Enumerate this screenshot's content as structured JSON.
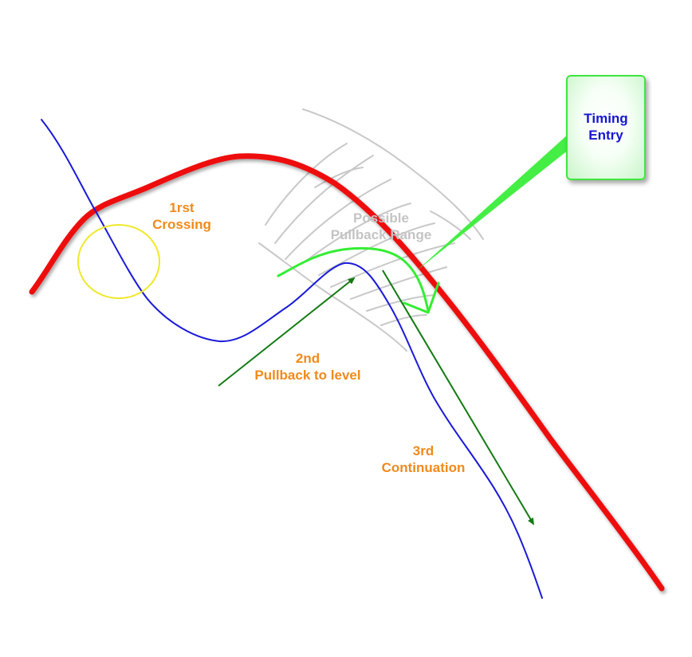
{
  "labels": {
    "first": {
      "line1": "1rst",
      "line2": "Crossing"
    },
    "second": {
      "line1": "2nd",
      "line2": "Pullback to level"
    },
    "third": {
      "line1": "3rd",
      "line2": "Continuation"
    },
    "range": {
      "line1": "Possible",
      "line2": "Pullback Range"
    },
    "timing": {
      "line1": "Timing",
      "line2": "Entry"
    }
  },
  "colors": {
    "level_line": "#ee1111",
    "price_line": "#1a1ad8",
    "arrows": "#137a13",
    "entry_path": "#33ee33",
    "crossing_circle": "#f0e82a",
    "range_hatch": "#c8c8c8",
    "label_text": "#f08a1c"
  }
}
